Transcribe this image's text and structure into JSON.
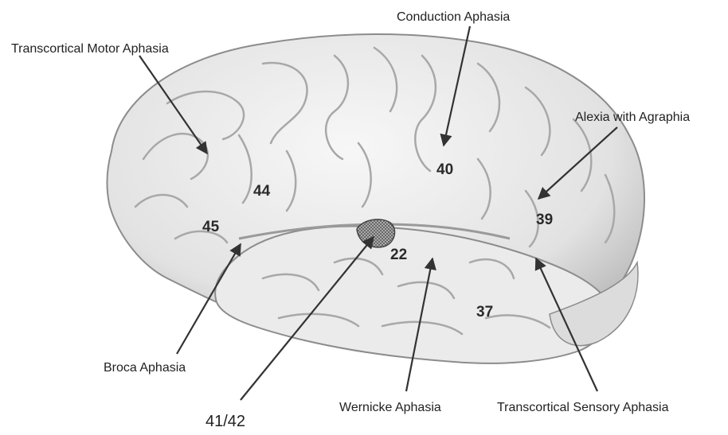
{
  "figure": {
    "labels": {
      "transcortical_motor": "Transcortical Motor Aphasia",
      "conduction": "Conduction Aphasia",
      "alexia_agraphia": "Alexia with Agraphia",
      "broca": "Broca Aphasia",
      "wernicke": "Wernicke Aphasia",
      "transcortical_sensory": "Transcortical Sensory Aphasia",
      "area_41_42": "41/42"
    },
    "brodmann_areas": {
      "a44": "44",
      "a45": "45",
      "a40": "40",
      "a39": "39",
      "a22": "22",
      "a37": "37"
    },
    "colors": {
      "brain_fill": "#e9e9e9",
      "brain_shadow": "#9a9a9a",
      "text": "#222222",
      "arrow": "#333333"
    }
  }
}
